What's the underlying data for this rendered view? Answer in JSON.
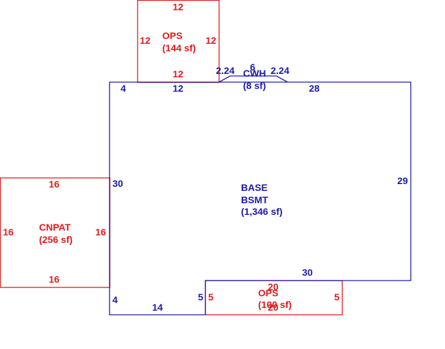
{
  "colors": {
    "base": "#1a1aaa",
    "addition": "#dd1c1c"
  },
  "base": {
    "name_line1": "BASE",
    "name_line2": "BSMT",
    "area": "(1,346 sf)",
    "dims": {
      "top_left": "4",
      "top_mid": "12",
      "top_right": "28",
      "right": "29",
      "bottom_right": "30",
      "left_upper": "30",
      "left_lower": "4",
      "bottom_left": "14",
      "notch": "5"
    }
  },
  "cwh": {
    "name": "CWH",
    "area": "(8 sf)",
    "dims": {
      "top": "6",
      "left": "2.24",
      "right": "2.24"
    }
  },
  "ops_top": {
    "name": "OPS",
    "area": "(144 sf)",
    "dims": {
      "top": "12",
      "bottom": "12",
      "left": "12",
      "right": "12"
    }
  },
  "cnpat": {
    "name": "CNPAT",
    "area": "(256 sf)",
    "dims": {
      "top": "16",
      "bottom": "16",
      "left": "16",
      "right": "16"
    }
  },
  "ops_bottom": {
    "name": "OPS",
    "area": "(100 sf)",
    "dims": {
      "top": "20",
      "bottom": "20",
      "left": "5",
      "right": "5"
    }
  }
}
